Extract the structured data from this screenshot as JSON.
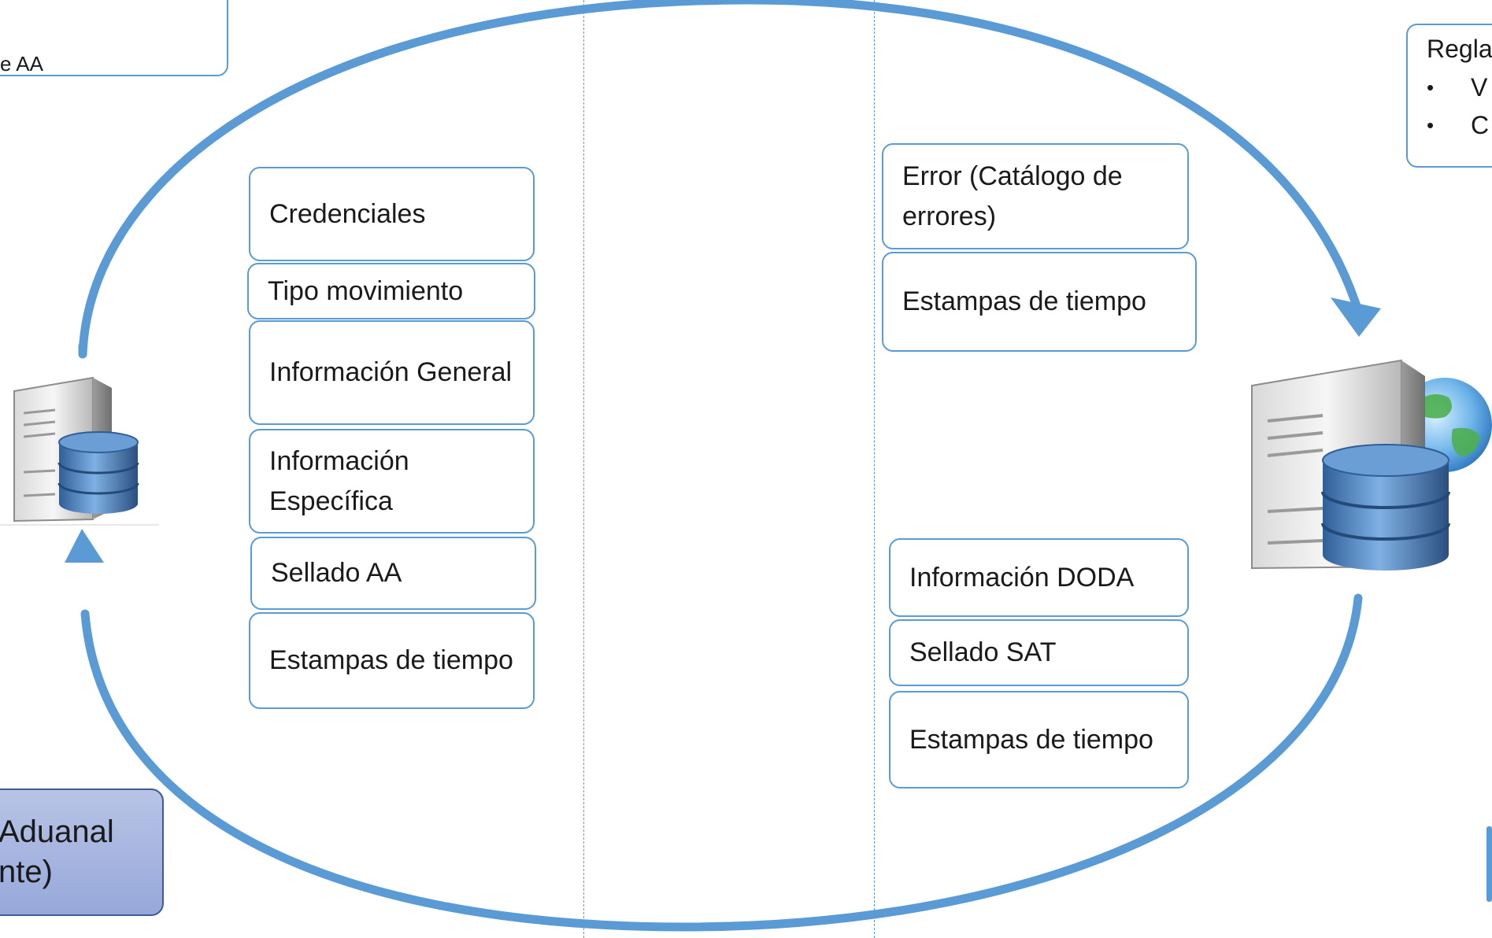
{
  "colors": {
    "flow_arrow": "#5b9bd5",
    "box_border": "#5b9bd5",
    "actor_fill": "#a7b4e0",
    "actor_border": "#3d5a99"
  },
  "top_left_note": {
    "text": "e AA"
  },
  "request_fields": [
    "Credenciales",
    "Tipo movimiento",
    "Información General",
    "Información Específica",
    "Sellado AA",
    "Estampas de tiempo"
  ],
  "error_response_fields": [
    "Error (Catálogo de errores)",
    "Estampas de tiempo"
  ],
  "success_response_fields": [
    "Información DODA",
    "Sellado SAT",
    "Estampas de tiempo"
  ],
  "rules_box": {
    "title": "Regla",
    "bullets": [
      {
        "symbol": "•",
        "text": "V"
      },
      {
        "symbol": "•",
        "text": "C"
      }
    ]
  },
  "actor": {
    "line1": "Aduanal",
    "line2": "nte)"
  },
  "icons": {
    "left_server": "database-server-icon",
    "right_server": "web-database-server-icon"
  }
}
